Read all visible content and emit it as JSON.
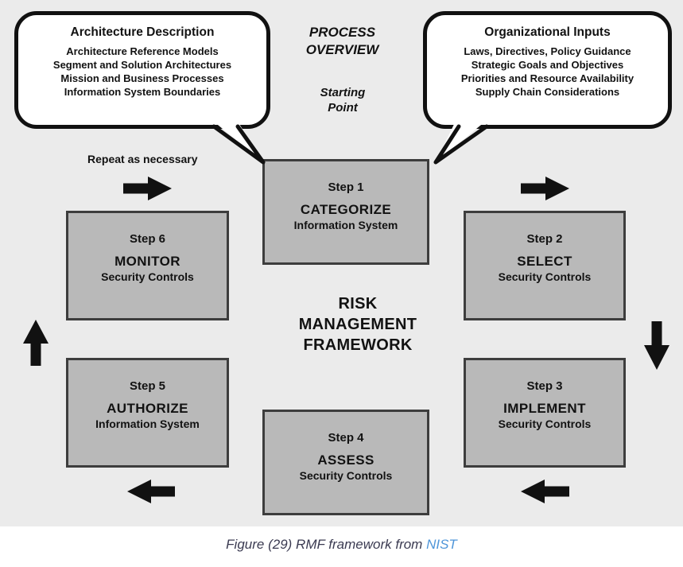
{
  "diagram": {
    "process_overview_label": "PROCESS OVERVIEW",
    "starting_point_label": "Starting Point",
    "repeat_note": "Repeat as necessary",
    "center_title": "RISK MANAGEMENT FRAMEWORK",
    "callouts": {
      "left": {
        "title": "Architecture Description",
        "lines": [
          "Architecture Reference Models",
          "Segment and Solution Architectures",
          "Mission and Business Processes",
          "Information System Boundaries"
        ]
      },
      "right": {
        "title": "Organizational Inputs",
        "lines": [
          "Laws, Directives, Policy Guidance",
          "Strategic Goals and Objectives",
          "Priorities and Resource Availability",
          "Supply Chain Considerations"
        ]
      }
    },
    "steps": [
      {
        "step": "Step 1",
        "action": "CATEGORIZE",
        "object": "Information System"
      },
      {
        "step": "Step 2",
        "action": "SELECT",
        "object": "Security Controls"
      },
      {
        "step": "Step 3",
        "action": "IMPLEMENT",
        "object": "Security Controls"
      },
      {
        "step": "Step 4",
        "action": "ASSESS",
        "object": "Security Controls"
      },
      {
        "step": "Step 5",
        "action": "AUTHORIZE",
        "object": "Information System"
      },
      {
        "step": "Step 6",
        "action": "MONITOR",
        "object": "Security Controls"
      }
    ]
  },
  "caption": {
    "text": "Figure (29) RMF framework from ",
    "link_text": "NIST"
  },
  "colors": {
    "canvas_gray": "#ebebeb",
    "box_gray": "#b9b9b9",
    "box_border": "#3d3d3d",
    "ink": "#121212",
    "caption_ink": "#3b3b52",
    "link_blue": "#4e95d9"
  }
}
